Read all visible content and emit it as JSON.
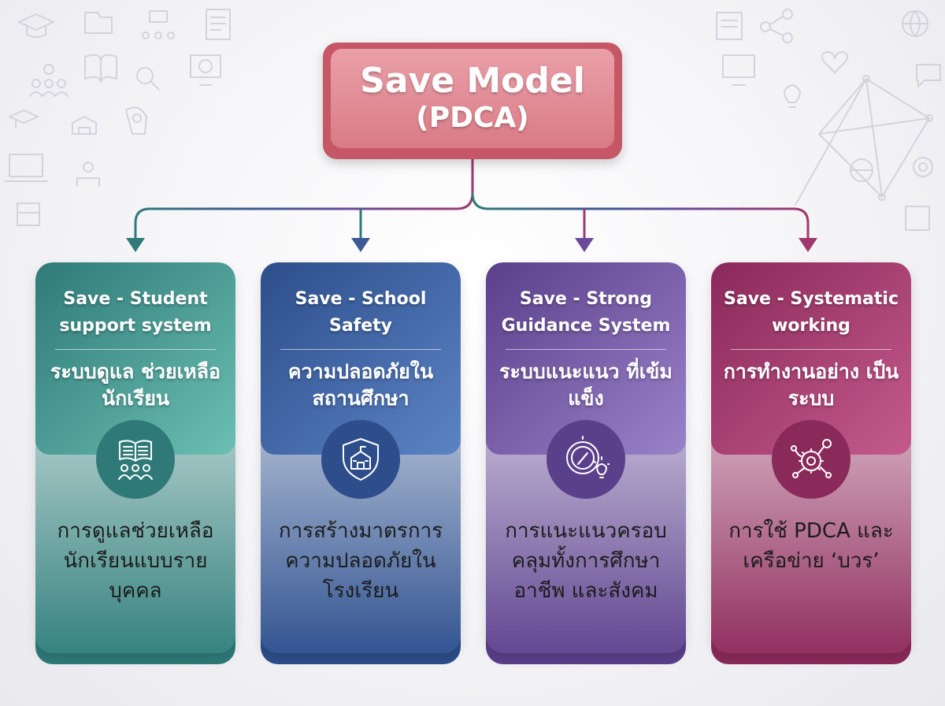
{
  "title": {
    "line1": "Save Model",
    "line2": "(PDCA)"
  },
  "cards": [
    {
      "heading": "Save - Student support system",
      "thai_heading": "ระบบดูแล ช่วยเหลือนักเรียน",
      "icon": "book-and-people-icon",
      "body": "การดูแลช่วยเหลือ นักเรียนแบบราย บุคคล",
      "color_dark": "#2f7a78",
      "color_light": "#6bbfb2"
    },
    {
      "heading": "Save - School Safety",
      "thai_heading": "ความปลอดภัยใน สถานศึกษา",
      "icon": "school-shield-icon",
      "body": "การสร้างมาตรการ ความปลอดภัยใน โรงเรียน",
      "color_dark": "#2d4e8a",
      "color_light": "#5b83c4"
    },
    {
      "heading": "Save - Strong Guidance System",
      "thai_heading": "ระบบแนะแนว ที่เข้มแข็ง",
      "icon": "compass-lightbulb-icon",
      "body": "การแนะแนวครอบ คลุมทั้งการศึกษา อาชีพ และสังคม",
      "color_dark": "#5a3f8a",
      "color_light": "#9a82c9"
    },
    {
      "heading": "Save - Systematic working",
      "thai_heading": "การทำงานอย่าง เป็นระบบ",
      "icon": "gears-network-icon",
      "body": "การใช้ PDCA และเครือข่าย ‘บวร’",
      "color_dark": "#8a2a5a",
      "color_light": "#c45a8c"
    }
  ]
}
